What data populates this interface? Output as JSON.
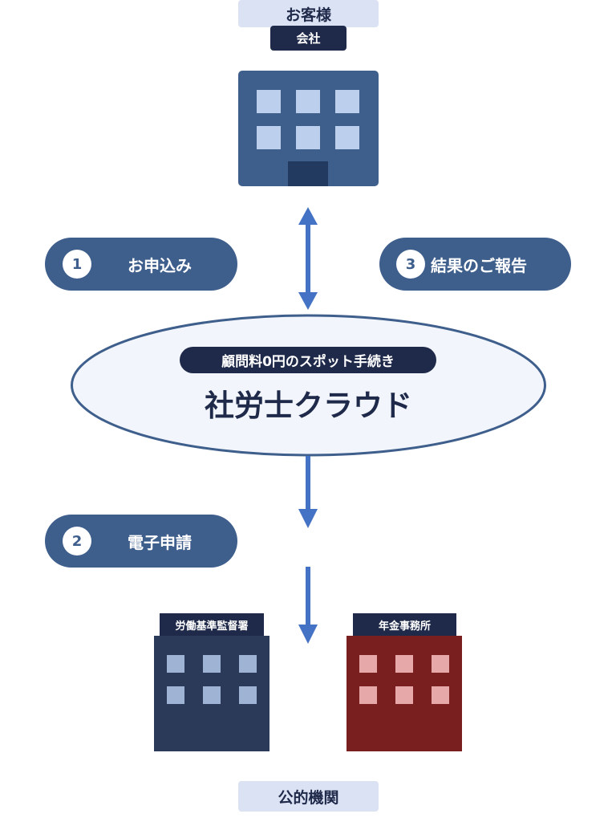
{
  "customer": {
    "label": "お客様",
    "tag": "会社"
  },
  "steps": [
    {
      "number": "1",
      "label": "お申込み"
    },
    {
      "number": "3",
      "label": "結果のご報告"
    },
    {
      "number": "2",
      "label": "電子申請"
    }
  ],
  "service": {
    "tagline": "顧問料0円のスポット手続き",
    "name": "社労士クラウド"
  },
  "offices": [
    {
      "label": "労働基準監督署"
    },
    {
      "label": "年金事務所"
    }
  ],
  "public_label": "公的機関",
  "colors": {
    "navy": "#1f2a4a",
    "blue": "#3e5e8c",
    "arrow": "#4472c4",
    "light": "#dbe2f3",
    "window_light": "#bcd0ee",
    "labor_office": "#2b3a58",
    "pension_office": "#7a1f1f"
  }
}
